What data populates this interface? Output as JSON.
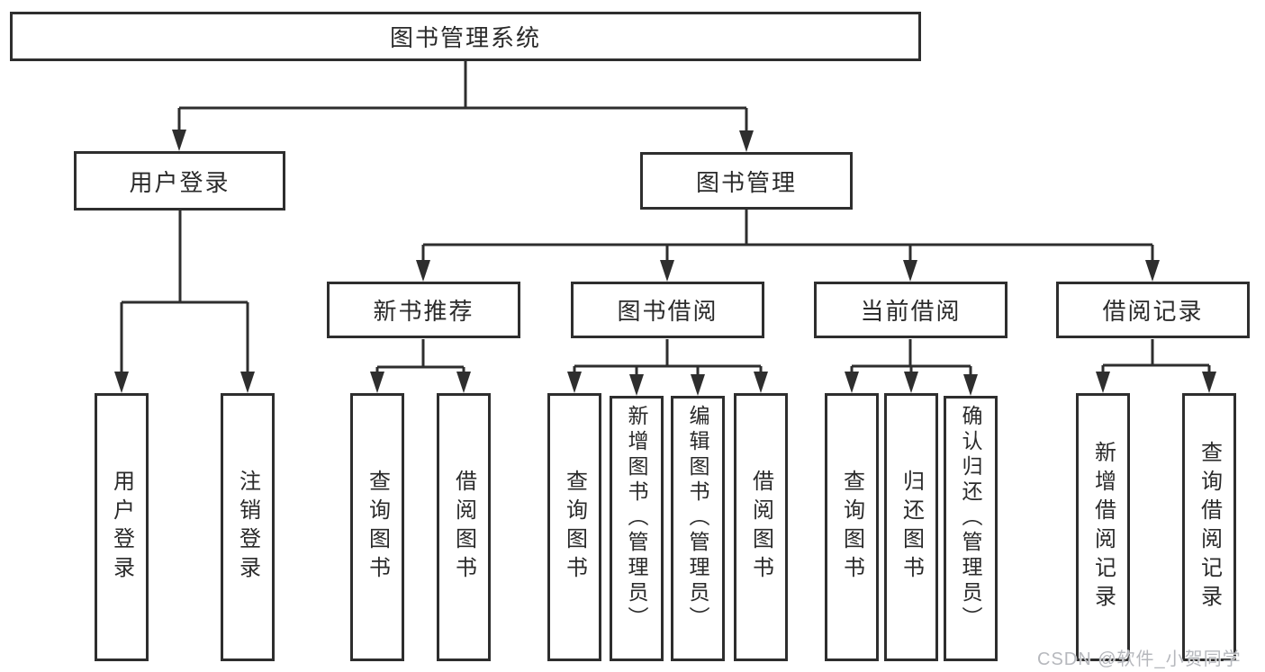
{
  "title": "图书管理系统",
  "watermark": "CSDN @软件_小贺同学",
  "branches": {
    "user_login": {
      "label": "用户登录",
      "children": [
        {
          "label": "用户登录"
        },
        {
          "label": "注销登录"
        }
      ]
    },
    "book_mgmt": {
      "label": "图书管理",
      "sections": [
        {
          "label": "新书推荐",
          "children": [
            {
              "label": "查询图书"
            },
            {
              "label": "借阅图书"
            }
          ]
        },
        {
          "label": "图书借阅",
          "children": [
            {
              "label": "查询图书"
            },
            {
              "label": "新增图书（管理员）"
            },
            {
              "label": "编辑图书（管理员）"
            },
            {
              "label": "借阅图书"
            }
          ]
        },
        {
          "label": "当前借阅",
          "children": [
            {
              "label": "查询图书"
            },
            {
              "label": "归还图书"
            },
            {
              "label": "确认归还（管理员）"
            }
          ]
        },
        {
          "label": "借阅记录",
          "children": [
            {
              "label": "新增借阅记录"
            },
            {
              "label": "查询借阅记录"
            }
          ]
        }
      ]
    }
  },
  "colors": {
    "line": "#2e2e2e",
    "text": "#2a2a2a",
    "background": "#ffffff",
    "watermark": "#b6b8bd"
  }
}
